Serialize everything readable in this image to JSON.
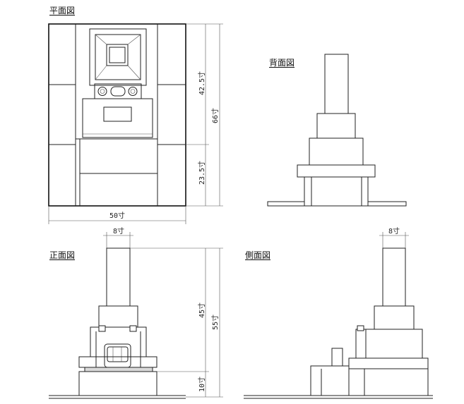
{
  "views": {
    "plan": "平面図",
    "back": "背面図",
    "front": "正面図",
    "side": "側面図"
  },
  "dimensions": {
    "plan_upper_height": "42.5寸",
    "plan_total_height": "66寸",
    "plan_lower_height": "23.5寸",
    "plan_width": "50寸",
    "front_shaft_width": "8寸",
    "front_upper_height": "45寸",
    "front_total_height": "55寸",
    "front_base_height": "10寸",
    "side_shaft_width": "8寸"
  }
}
